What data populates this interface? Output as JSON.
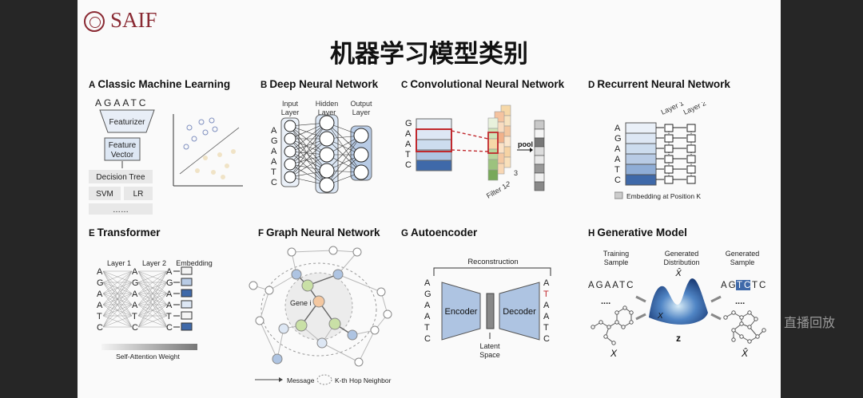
{
  "logo": {
    "text": "SAIF"
  },
  "title": "机器学习模型类别",
  "side_button": "直播回放",
  "colors": {
    "accent": "#8a2a33",
    "blue_dark": "#3f69a9",
    "blue_light": "#dbe6f4"
  },
  "panels": {
    "A": {
      "letter": "A",
      "title": "Classic Machine Learning",
      "sequence": "AGAATC",
      "featurizer": "Featurizer",
      "feature_vector": "Feature Vector",
      "models": [
        "Decision Tree",
        "SVM",
        "LR",
        "……"
      ]
    },
    "B": {
      "letter": "B",
      "title": "Deep Neural Network",
      "input": "Input Layer",
      "hidden": "Hidden Layer",
      "output": "Output Layer",
      "letters": [
        "A",
        "G",
        "A",
        "A",
        "T",
        "C"
      ]
    },
    "C": {
      "letter": "C",
      "title": "Convolutional Neural Network",
      "pool": "pool",
      "filter": "Filter 1",
      "filter_nums": [
        "2",
        "3"
      ],
      "letters": [
        "G",
        "A",
        "A",
        "T",
        "C"
      ]
    },
    "D": {
      "letter": "D",
      "title": "Recurrent Neural Network",
      "layer1": "Layer 1",
      "layer2": "Layer 2",
      "legend": "Embedding at Position K",
      "letters": [
        "A",
        "G",
        "A",
        "A",
        "T",
        "C"
      ]
    },
    "E": {
      "letter": "E",
      "title": "Transformer",
      "layer1": "Layer 1",
      "layer2": "Layer 2",
      "embedding": "Embedding",
      "legend": "Self-Attention Weight",
      "letters": [
        "A",
        "G",
        "A",
        "A",
        "T",
        "C"
      ]
    },
    "F": {
      "letter": "F",
      "title": "Graph Neural Network",
      "gene": "Gene i",
      "message": "Message",
      "neighbor": "K-th Hop Neighbor"
    },
    "G": {
      "letter": "G",
      "title": "Autoencoder",
      "reconstruction": "Reconstruction",
      "encoder": "Encoder",
      "decoder": "Decoder",
      "latent": "Latent Space",
      "letters_in": [
        "A",
        "G",
        "A",
        "A",
        "T",
        "C"
      ],
      "letters_out": [
        "A",
        "T",
        "A",
        "A",
        "T",
        "C"
      ]
    },
    "H": {
      "letter": "H",
      "title": "Generative Model",
      "training": "Training Sample",
      "generated_dist": "Generated Distribution",
      "generated_sample": "Generated Sample",
      "seq_in": "AGAATC",
      "seq_out_pre": "AG",
      "seq_out_hl": "TC",
      "seq_out_post": "TC",
      "dots": "....",
      "x": "X",
      "z": "z",
      "xhat": "X̂"
    }
  }
}
